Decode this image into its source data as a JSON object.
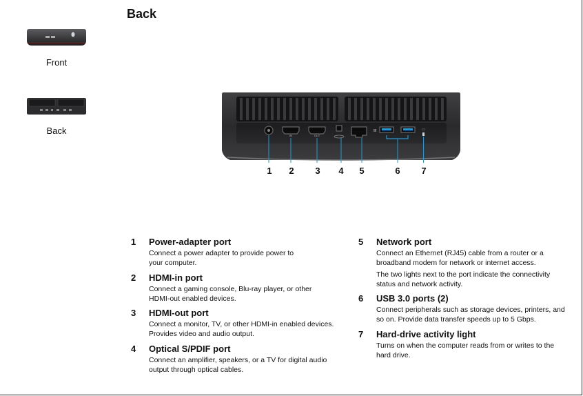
{
  "page": {
    "title": "Back"
  },
  "thumbnails": [
    {
      "label": "Front",
      "icon": "front-view-icon"
    },
    {
      "label": "Back",
      "icon": "back-view-icon"
    }
  ],
  "callouts": [
    "1",
    "2",
    "3",
    "4",
    "5",
    "6",
    "7"
  ],
  "port_labels": {
    "hdmi_in": "IN",
    "hdmi_out": "OUT"
  },
  "ports": [
    {
      "num": "1",
      "name": "Power-adapter port",
      "desc": "Connect a power adapter to provide power to your computer."
    },
    {
      "num": "2",
      "name": "HDMI-in port",
      "desc": "Connect a gaming console, Blu-ray player, or other HDMI-out enabled devices."
    },
    {
      "num": "3",
      "name": "HDMI-out port",
      "desc": "Connect a monitor, TV, or other HDMI-in enabled devices. Provides video and audio output."
    },
    {
      "num": "4",
      "name": "Optical S/PDIF port",
      "desc": "Connect an amplifier, speakers, or a TV for digital audio output through optical cables."
    },
    {
      "num": "5",
      "name": "Network port",
      "desc": "Connect an Ethernet (RJ45) cable from a router or a broadband modem for network or internet access.",
      "desc2": "The two lights next to the port indicate the connectivity status and network activity."
    },
    {
      "num": "6",
      "name": "USB 3.0 ports (2)",
      "desc": "Connect peripherals such as storage devices, printers, and so on. Provide data transfer speeds up to 5 Gbps."
    },
    {
      "num": "7",
      "name": "Hard-drive activity light",
      "desc": "Turns on when the computer reads from or writes to the hard drive."
    }
  ],
  "colors": {
    "accent": "#1e9bd7",
    "device_body": "#2b2b2d",
    "device_top": "#3a3a3c"
  }
}
